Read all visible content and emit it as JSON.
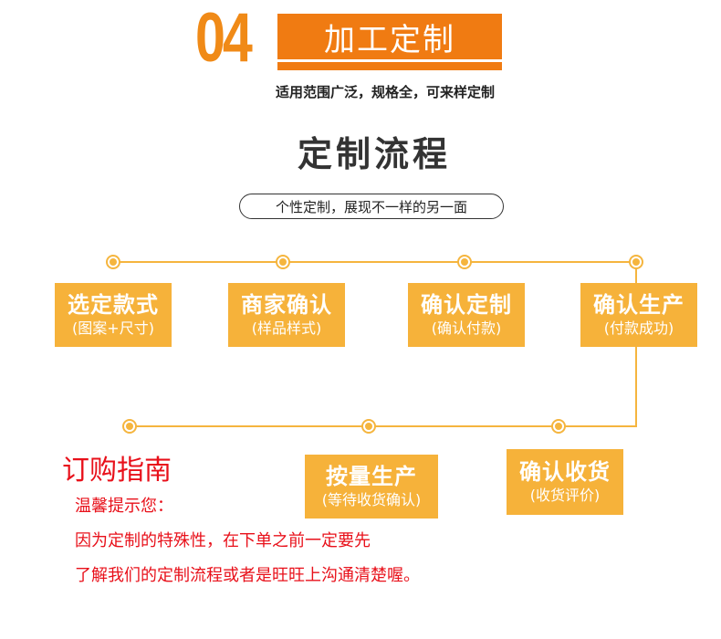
{
  "header": {
    "number": "04",
    "title": "加工定制",
    "subtitle": "适用范围广泛，规格全，可来样定制"
  },
  "process": {
    "heading": "定制流程",
    "tagline": "个性定制，展现不一样的另一面"
  },
  "steps": [
    {
      "label": "选定款式",
      "sub": "(图案+尺寸)"
    },
    {
      "label": "商家确认",
      "sub": "(样品样式)"
    },
    {
      "label": "确认定制",
      "sub": "(确认付款)"
    },
    {
      "label": "确认生产",
      "sub": "(付款成功)"
    },
    {
      "label": "按量生产",
      "sub": "(等待收货确认)"
    },
    {
      "label": "确认收货",
      "sub": "(收货评价)"
    }
  ],
  "guide": {
    "title": "订购指南",
    "lines": [
      "温馨提示您：",
      "因为定制的特殊性，在下单之前一定要先",
      "了解我们的定制流程或者是旺旺上沟通清楚喔。"
    ]
  },
  "colors": {
    "accent_orange": "#f07b12",
    "step_fill": "#f6b23a",
    "guide_red": "#e8101a"
  }
}
